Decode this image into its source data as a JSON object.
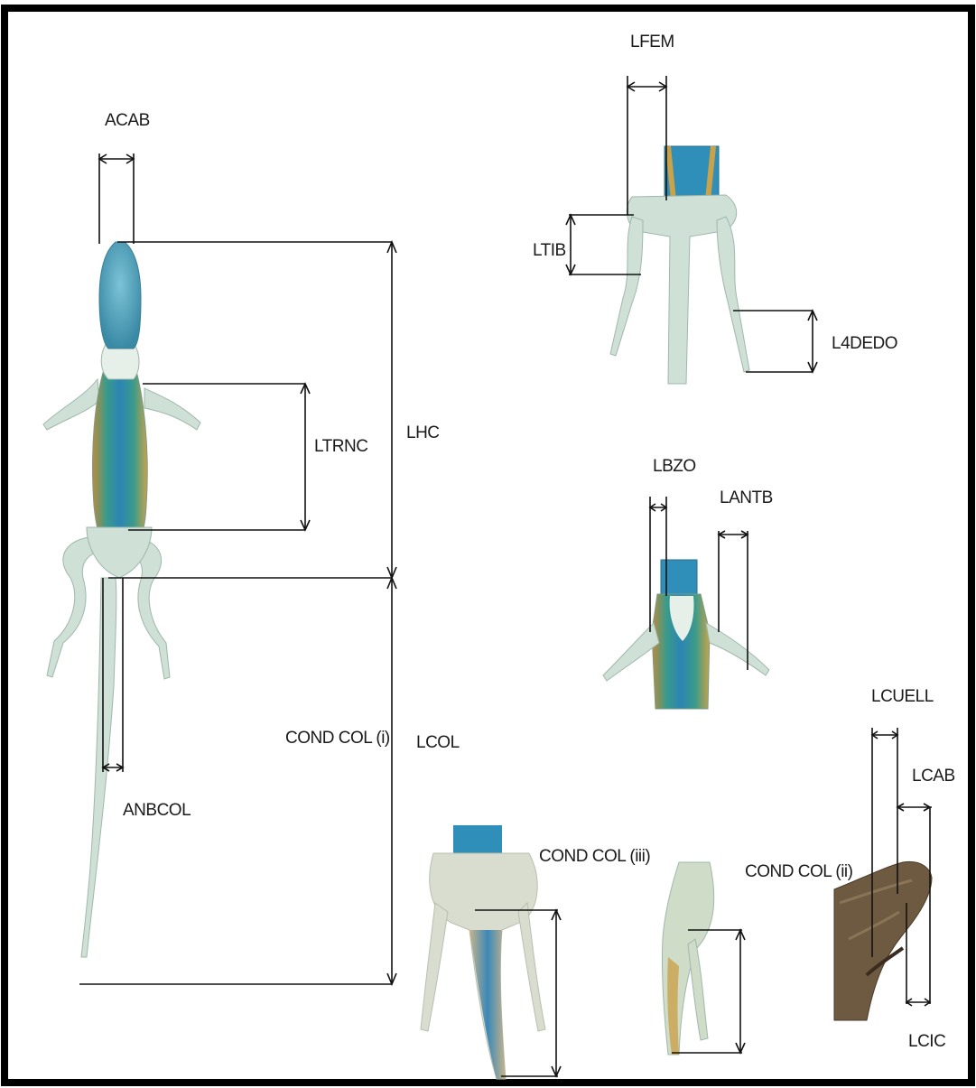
{
  "labels": {
    "acab": "ACAB",
    "lhc": "LHC",
    "ltrnc": "LTRNC",
    "anbcol": "ANBCOL",
    "cond_col_i": "COND COL (i)",
    "lcol": "LCOL",
    "lfem": "LFEM",
    "ltib": "LTIB",
    "l4dedo": "L4DEDO",
    "lbzo": "LBZO",
    "lantb": "LANTB",
    "cond_col_iii": "COND COL (iii)",
    "cond_col_ii": "COND COL (ii)",
    "lcuell": "LCUELL",
    "lcab": "LCAB",
    "lcic": "LCIC"
  },
  "colors": {
    "skin_pale": "#cfe0d6",
    "skin_shadow": "#9fb8ab",
    "belly_blue": "#2f8fb8",
    "belly_orange": "#c8923a",
    "head_blue": "#5fb0c8",
    "dark_brown": "#5a4632"
  }
}
